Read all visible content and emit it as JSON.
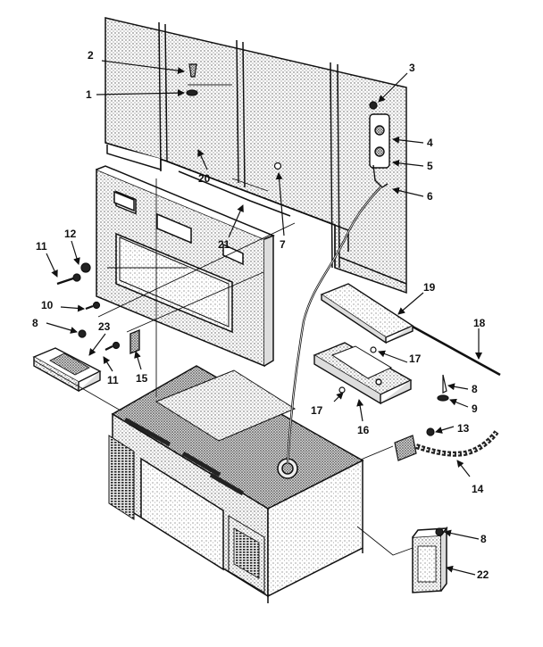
{
  "diagram": {
    "type": "exploded-parts-view",
    "callouts": [
      {
        "label": "1"
      },
      {
        "label": "2"
      },
      {
        "label": "3"
      },
      {
        "label": "4"
      },
      {
        "label": "5"
      },
      {
        "label": "6"
      },
      {
        "label": "7"
      },
      {
        "label": "8"
      },
      {
        "label": "8"
      },
      {
        "label": "8"
      },
      {
        "label": "9"
      },
      {
        "label": "10"
      },
      {
        "label": "11"
      },
      {
        "label": "11"
      },
      {
        "label": "12"
      },
      {
        "label": "13"
      },
      {
        "label": "14"
      },
      {
        "label": "15"
      },
      {
        "label": "16"
      },
      {
        "label": "17"
      },
      {
        "label": "17"
      },
      {
        "label": "18"
      },
      {
        "label": "19"
      },
      {
        "label": "20"
      },
      {
        "label": "21"
      },
      {
        "label": "22"
      },
      {
        "label": "23"
      }
    ]
  }
}
